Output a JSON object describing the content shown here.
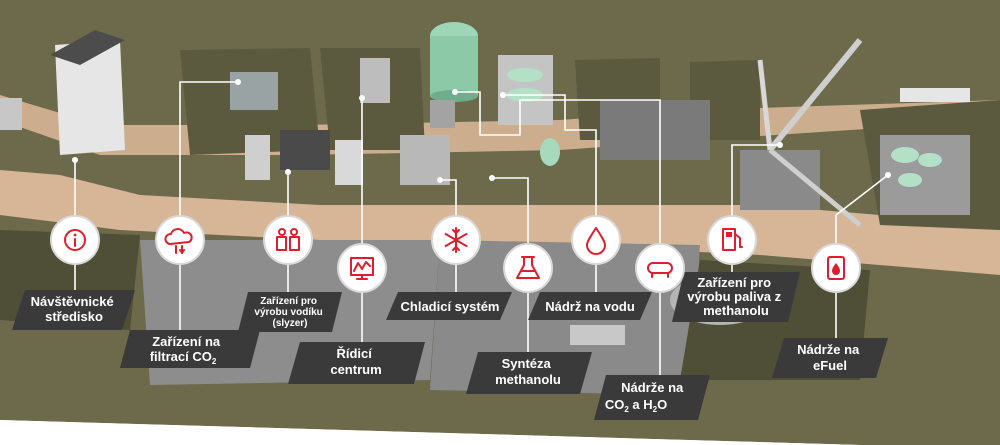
{
  "labels": {
    "visitor_center": [
      "Návštěvnické",
      "středisko"
    ],
    "co2_filtration": [
      "Zařízení na",
      "filtrací CO",
      "2"
    ],
    "hydrogen_production": [
      "Zařízení pro",
      "výrobu vodíku",
      "(slyzer)"
    ],
    "control_center": [
      "Řídicí",
      "centrum"
    ],
    "cooling_system": [
      "Chladicí systém"
    ],
    "methanol_synthesis": [
      "Syntéza",
      "methanolu"
    ],
    "water_tank": [
      "Nádrž na vodu"
    ],
    "co2_h2o_tanks": [
      "Nádrže na",
      "CO",
      "2",
      " a H",
      "2",
      "O"
    ],
    "fuel_production": [
      "Zařízení pro",
      "výrobu paliva z",
      "methanolu"
    ],
    "efuel_tanks": [
      "Nádrže na",
      "eFuel"
    ]
  },
  "icons": [
    "info-icon",
    "co2-cloud-icon",
    "electrolyzer-icon",
    "monitor-chart-icon",
    "snowflake-icon",
    "flask-icon",
    "water-drop-icon",
    "tank-icon",
    "fuel-pump-icon",
    "fuel-barrel-icon"
  ],
  "colors": {
    "accent": "#e01e2b",
    "label_bg": "#3a3a3a",
    "road": "#d9b99a",
    "grass": "#5b5a3e",
    "gravel": "#8d8d8d"
  }
}
